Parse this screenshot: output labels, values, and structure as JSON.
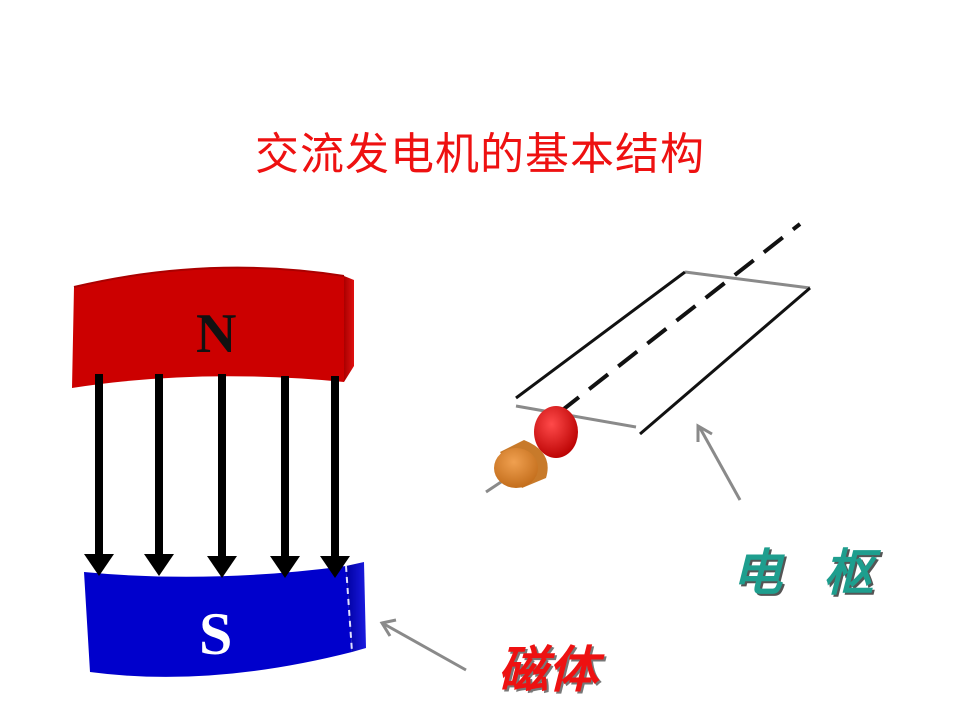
{
  "title": "交流发电机的基本结构",
  "magnet": {
    "north_label": "N",
    "south_label": "S"
  },
  "labels": {
    "magnet": "磁体",
    "armature": "电 枢"
  },
  "colors": {
    "title": "#ee1111",
    "north_pole": "#cc0000",
    "south_pole": "#0000cc",
    "armature_label": "#1e9e8e",
    "magnet_label": "#ee1111"
  }
}
